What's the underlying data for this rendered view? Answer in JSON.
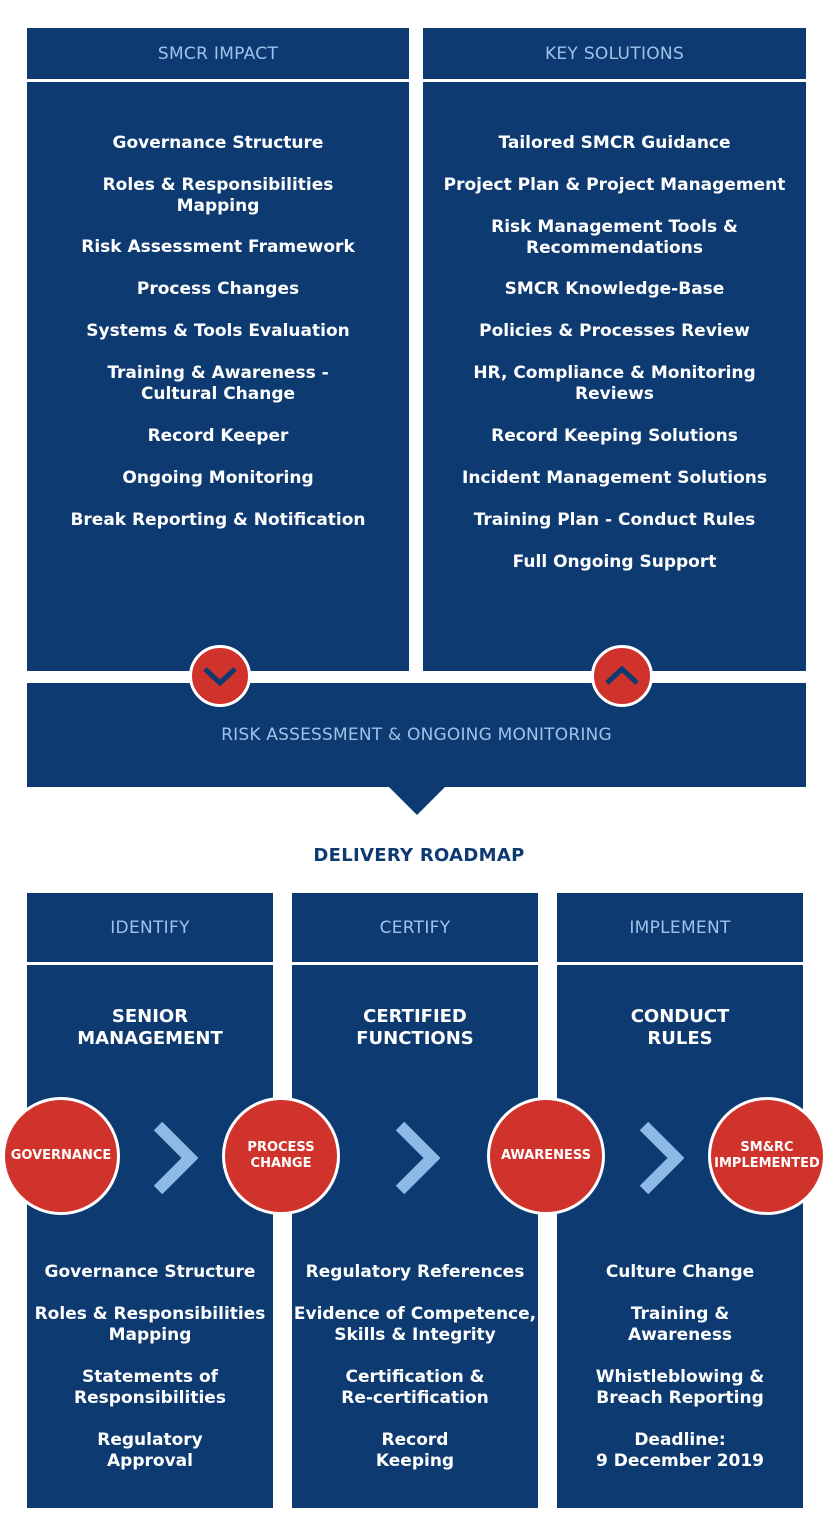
{
  "smcr_impact": {
    "title": "SMCR IMPACT",
    "items": [
      "Governance Structure",
      "Roles & Responsibilities\nMapping",
      "Risk Assessment Framework",
      "Process Changes",
      "Systems & Tools Evaluation",
      "Training & Awareness -\nCultural Change",
      "Record Keeper",
      "Ongoing Monitoring",
      "Break Reporting & Notification"
    ]
  },
  "key_solutions": {
    "title": "KEY SOLUTIONS",
    "items": [
      "Tailored SMCR Guidance",
      "Project Plan & Project Management",
      "Risk Management Tools &\nRecommendations",
      "SMCR Knowledge-Base",
      "Policies & Processes Review",
      "HR, Compliance & Monitoring\nReviews",
      "Record Keeping Solutions",
      "Incident Management Solutions",
      "Training Plan - Conduct Rules",
      "Full Ongoing Support"
    ]
  },
  "risk_bar": {
    "label": "RISK ASSESSMENT & ONGOING MONITORING"
  },
  "roadmap": {
    "title": "DELIVERY ROADMAP",
    "columns": [
      {
        "header": "IDENTIFY",
        "subheading": "SENIOR\nMANAGEMENT",
        "items": [
          "Governance Structure",
          "Roles & Responsibilities\nMapping",
          "Statements of\nResponsibilities",
          "Regulatory\nApproval"
        ]
      },
      {
        "header": "CERTIFY",
        "subheading": "CERTIFIED\nFUNCTIONS",
        "items": [
          "Regulatory References",
          "Evidence of Competence,\nSkills & Integrity",
          "Certification &\nRe-certification",
          "Record\nKeeping"
        ]
      },
      {
        "header": "IMPLEMENT",
        "subheading": "CONDUCT\nRULES",
        "items": [
          "Culture Change",
          "Training &\nAwareness",
          "Whistleblowing &\nBreach Reporting",
          "Deadline:\n9 December 2019"
        ]
      }
    ],
    "stages": [
      "GOVERNANCE",
      "PROCESS\nCHANGE",
      "AWARENESS",
      "SM&RC\nIMPLEMENTED"
    ]
  },
  "colors": {
    "navy": "#0e3a72",
    "header_text": "#9fc3ea",
    "red": "#d0322c",
    "chevron": "#8db9e6"
  },
  "icons": {
    "down_toggle": "chevron-down-icon",
    "up_toggle": "chevron-up-icon",
    "stage_arrow": "chevron-right-icon"
  }
}
